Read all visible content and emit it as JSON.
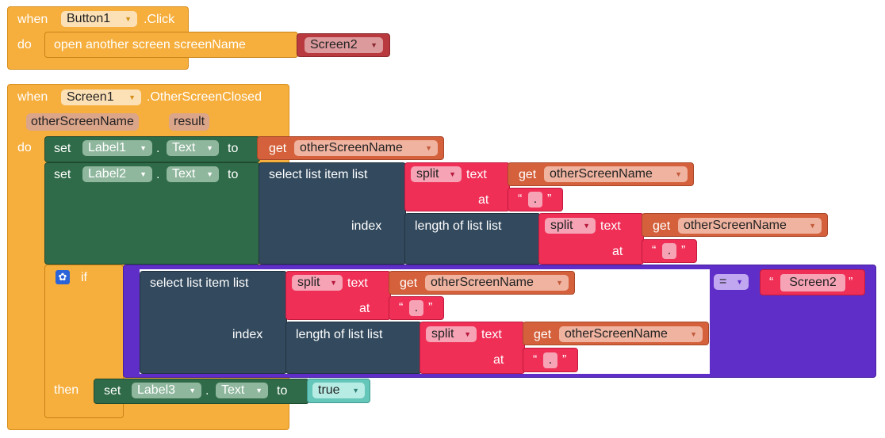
{
  "event1": {
    "when_label": "when",
    "component": "Button1",
    "event": ".Click",
    "do_label": "do",
    "open_label": "open another screen  screenName",
    "screen_value": "Screen2"
  },
  "event2": {
    "when_label": "when",
    "component": "Screen1",
    "event": ".OtherScreenClosed",
    "params": [
      "otherScreenName",
      "result"
    ],
    "do_label": "do",
    "set1": {
      "set_label": "set",
      "component": "Label1",
      "dot": ".",
      "property": "Text",
      "to_label": "to",
      "get_label": "get",
      "get_var": "otherScreenName"
    },
    "set2": {
      "set_label": "set",
      "component": "Label2",
      "dot": ".",
      "property": "Text",
      "to_label": "to",
      "select_label": "select list item  list",
      "index_label": "index",
      "split_a": {
        "op": "split",
        "text_label": "text",
        "get_label": "get",
        "var": "otherScreenName",
        "at_label": "at",
        "at_value": "."
      },
      "length_label": "length of list  list",
      "split_b": {
        "op": "split",
        "text_label": "text",
        "get_label": "get",
        "var": "otherScreenName",
        "at_label": "at",
        "at_value": "."
      }
    },
    "if_block": {
      "if_label": "if",
      "select_label": "select list item  list",
      "index_label": "index",
      "split_a": {
        "op": "split",
        "text_label": "text",
        "get_label": "get",
        "var": "otherScreenName",
        "at_label": "at",
        "at_value": "."
      },
      "length_label": "length of list  list",
      "split_b": {
        "op": "split",
        "text_label": "text",
        "get_label": "get",
        "var": "otherScreenName",
        "at_label": "at",
        "at_value": "."
      },
      "compare_op": "=",
      "compare_value": "Screen2",
      "then_label": "then",
      "set3": {
        "set_label": "set",
        "component": "Label3",
        "dot": ".",
        "property": "Text",
        "to_label": "to",
        "bool_value": "true"
      }
    },
    "quote_open": "“",
    "quote_close": "”"
  },
  "colors": {
    "event": "#f6ae3c",
    "control": "#2f6b48",
    "list": "#334a5e",
    "text": "#f02f56",
    "get": "#d4613b",
    "logic": "#5f2ec8",
    "screen": "#b83a3f",
    "bool": "#64c7b9"
  }
}
